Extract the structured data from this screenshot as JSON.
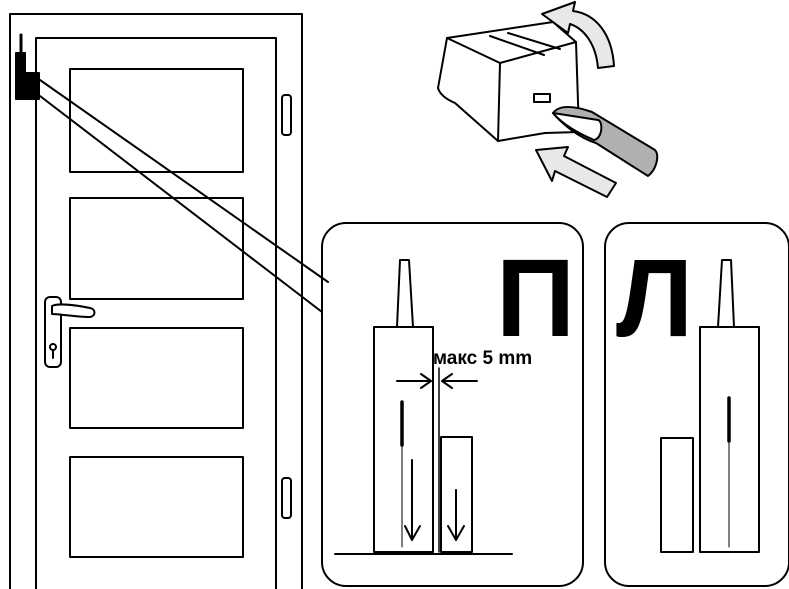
{
  "labels": {
    "right_panel_letter": "П",
    "left_panel_letter": "Л",
    "max_gap": "макс 5 mm"
  },
  "colors": {
    "line": "#000000",
    "fill": "#ffffff",
    "screwdriver_shade": "#b0b0b0",
    "arrow_shade": "#e8e8e8"
  }
}
